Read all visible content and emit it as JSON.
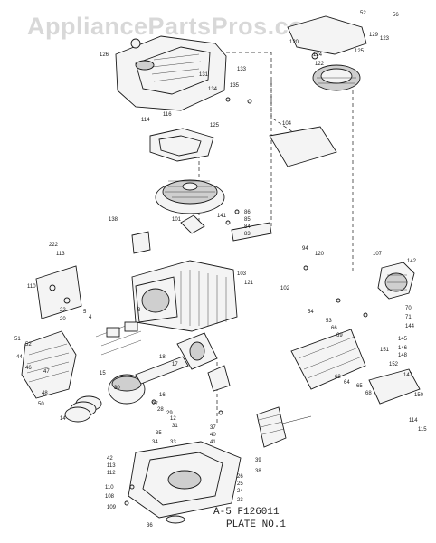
{
  "watermark": "AppliancePartsPros.com",
  "plate_id": "A-5   F126011",
  "plate_label": "PLATE  NO.1",
  "callouts": [
    "52",
    "56",
    "123",
    "126",
    "129",
    "133",
    "120",
    "124",
    "125",
    "122",
    "131",
    "134",
    "135",
    "116",
    "114",
    "125",
    "104",
    "138",
    "101",
    "141",
    "86",
    "85",
    "84",
    "83",
    "222",
    "113",
    "110",
    "103",
    "102",
    "94",
    "120",
    "121",
    "22",
    "20",
    "5",
    "4",
    "3",
    "107",
    "142",
    "51",
    "52",
    "44",
    "46",
    "47",
    "48",
    "50",
    "30",
    "14",
    "15",
    "18",
    "17",
    "16",
    "27",
    "28",
    "29",
    "12",
    "31",
    "35",
    "34",
    "33",
    "37",
    "40",
    "41",
    "42",
    "113",
    "112",
    "110",
    "108",
    "109",
    "36",
    "26",
    "25",
    "24",
    "23",
    "39",
    "38",
    "54",
    "53",
    "66",
    "69",
    "70",
    "71",
    "144",
    "145",
    "146",
    "148",
    "152",
    "147",
    "150",
    "114",
    "115",
    "62",
    "64",
    "65",
    "68",
    "151"
  ],
  "colors": {
    "ink": "#1a1a1a",
    "paper": "#ffffff",
    "watermark": "#d8d8d8"
  }
}
